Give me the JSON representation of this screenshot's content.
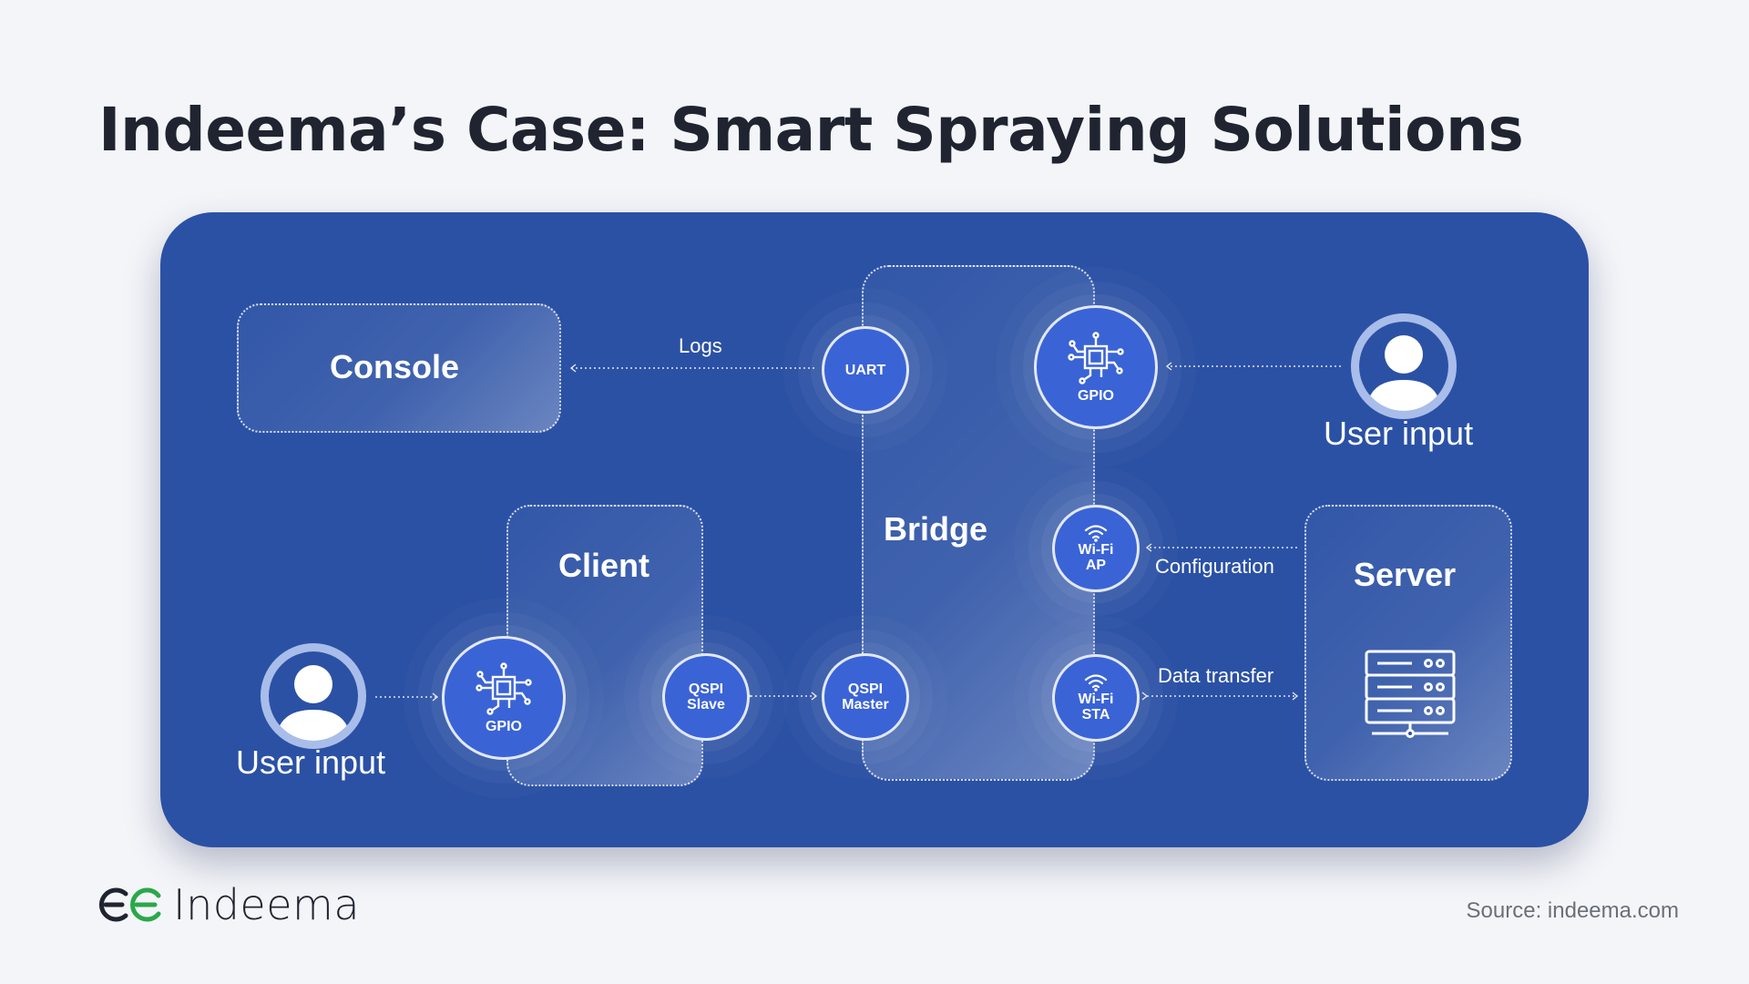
{
  "title": "Indeema’s Case: Smart Spraying Solutions",
  "colors": {
    "panel": "#2b51a5",
    "node": "#3a63d6",
    "title": "#1f2430",
    "logo_green": "#2aa84a"
  },
  "boxes": {
    "console": "Console",
    "client": "Client",
    "bridge": "Bridge",
    "server": "Server"
  },
  "nodes": {
    "uart": "UART",
    "gpio_bridge": "GPIO",
    "wifi_ap": "Wi-Fi\nAP",
    "wifi_sta": "Wi-Fi\nSTA",
    "qspi_master": "QSPI\nMaster",
    "qspi_slave": "QSPI\nSlave",
    "gpio_client": "GPIO"
  },
  "edge_labels": {
    "logs": "Logs",
    "configuration": "Configuration",
    "data_transfer": "Data transfer"
  },
  "users": {
    "top_right": "User input",
    "bottom_left": "User input"
  },
  "icons": [
    "chip-icon",
    "wifi-icon",
    "user-icon",
    "server-icon"
  ],
  "footer": {
    "logo_text": "Indeema",
    "source": "Source: indeema.com"
  }
}
